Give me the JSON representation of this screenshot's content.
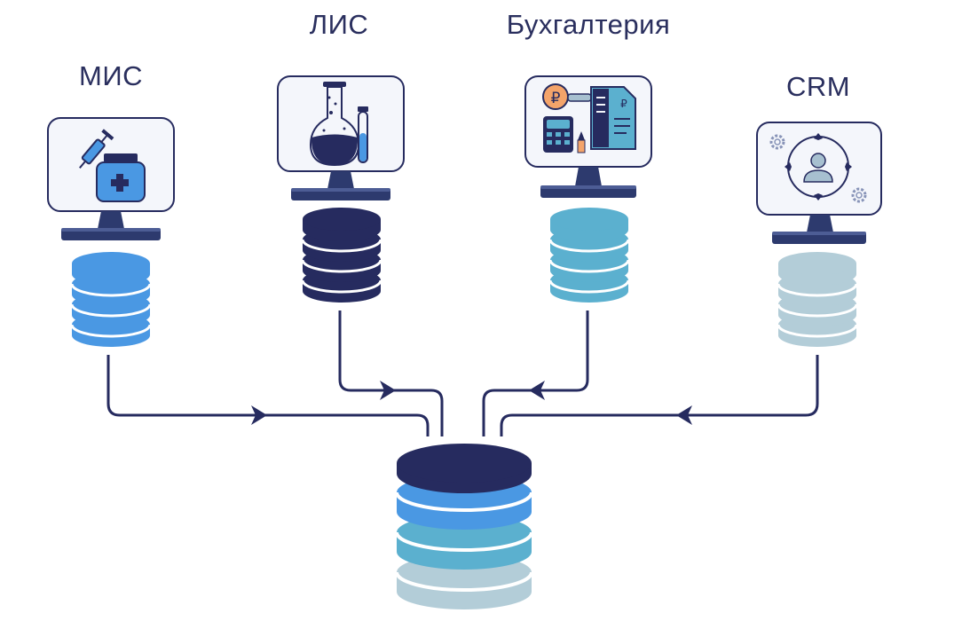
{
  "systems": [
    {
      "id": "mis",
      "label": "МИС",
      "db_color": "#4a98e3",
      "db_cap": "#5aa6ee"
    },
    {
      "id": "lis",
      "label": "ЛИС",
      "db_color": "#262b5f",
      "db_cap": "#262b5f"
    },
    {
      "id": "buh",
      "label": "Бухгалтерия",
      "db_color": "#5bb0cf",
      "db_cap": "#5bb0cf"
    },
    {
      "id": "crm",
      "label": "CRM",
      "db_color": "#b3cdd8",
      "db_cap": "#b3cdd8"
    }
  ],
  "colors": {
    "navy": "#262b5f",
    "monitor_stand": "#2d3a6e",
    "screen_bg": "#f4f6fb",
    "screen_border": "#262b5f",
    "arrow": "#262b5f"
  },
  "central_db": {
    "colors": [
      "#262b5f",
      "#4a98e3",
      "#5bb0cf",
      "#b3cdd8"
    ]
  },
  "icons": [
    "syringe-bottle-icon",
    "lab-flask-icon",
    "accounting-icon",
    "crm-user-cycle-icon"
  ],
  "currency_symbol": "₽"
}
